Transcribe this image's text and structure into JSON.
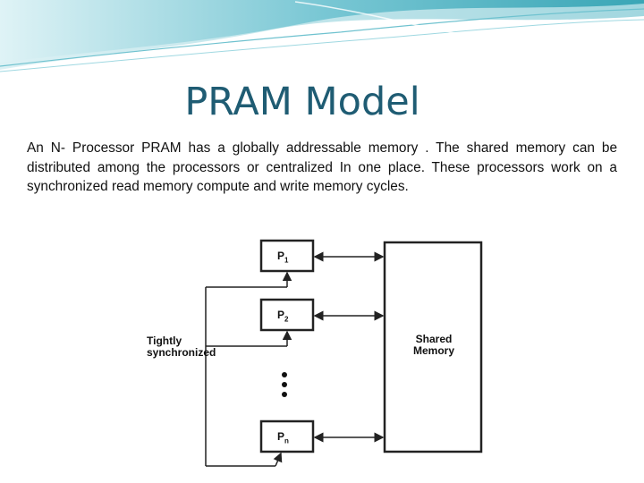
{
  "slide": {
    "title": "PRAM Model",
    "body": "An  N- Processor PRAM has a globally addressable memory . The shared memory can be distributed among the processors or centralized In one place. These processors work on a synchronized read memory compute and write memory cycles."
  },
  "diagram": {
    "processors": [
      {
        "name": "P",
        "sub": "1"
      },
      {
        "name": "P",
        "sub": "2"
      },
      {
        "name": "P",
        "sub": "n"
      }
    ],
    "memory_label_line1": "Shared",
    "memory_label_line2": "Memory",
    "sync_label_line1": "Tightly",
    "sync_label_line2": "synchronized"
  },
  "colors": {
    "title": "#1f5c73",
    "banner_dark": "#3aa6b6",
    "banner_light": "#a9dde6",
    "text": "#111111"
  }
}
